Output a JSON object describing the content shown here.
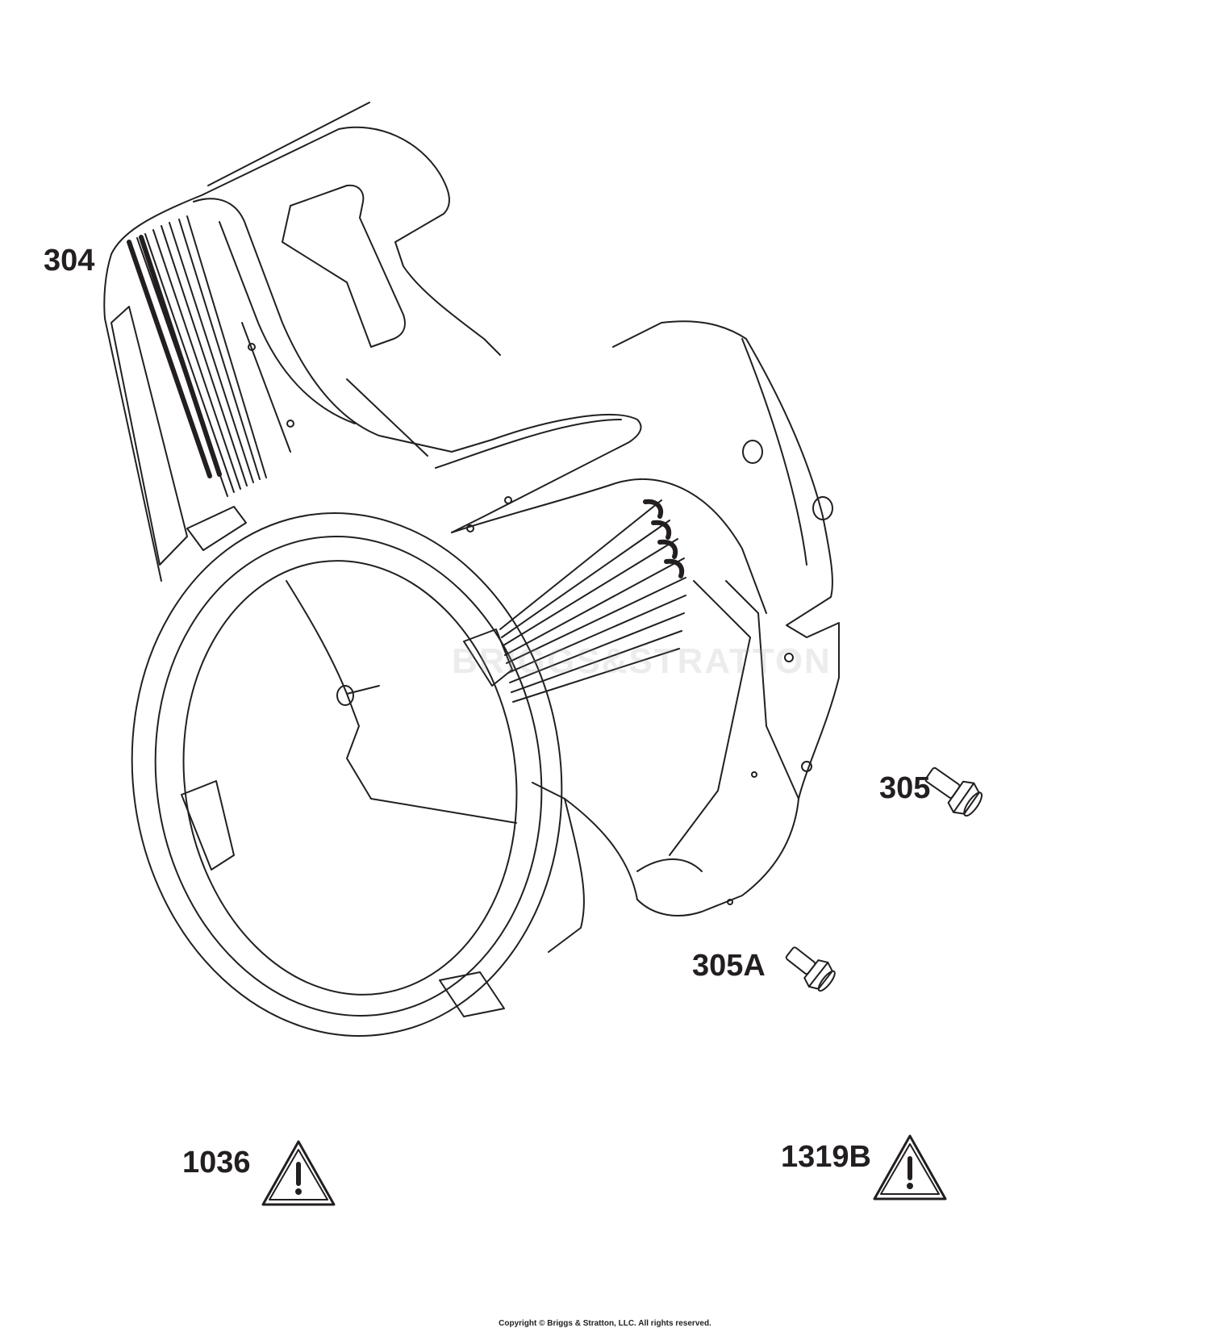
{
  "diagram": {
    "callouts": [
      {
        "id": "304",
        "text": "304"
      },
      {
        "id": "305",
        "text": "305"
      },
      {
        "id": "305A",
        "text": "305A"
      },
      {
        "id": "1036",
        "text": "1036"
      },
      {
        "id": "1319B",
        "text": "1319B"
      }
    ],
    "watermark": "BRIGGS&STRATTON",
    "copyright": "Copyright © Briggs & Stratton, LLC. All rights reserved.",
    "colors": {
      "line": "#231f20",
      "background": "#ffffff"
    },
    "icons": [
      "warning-triangle-icon",
      "hex-bolt-icon"
    ]
  }
}
